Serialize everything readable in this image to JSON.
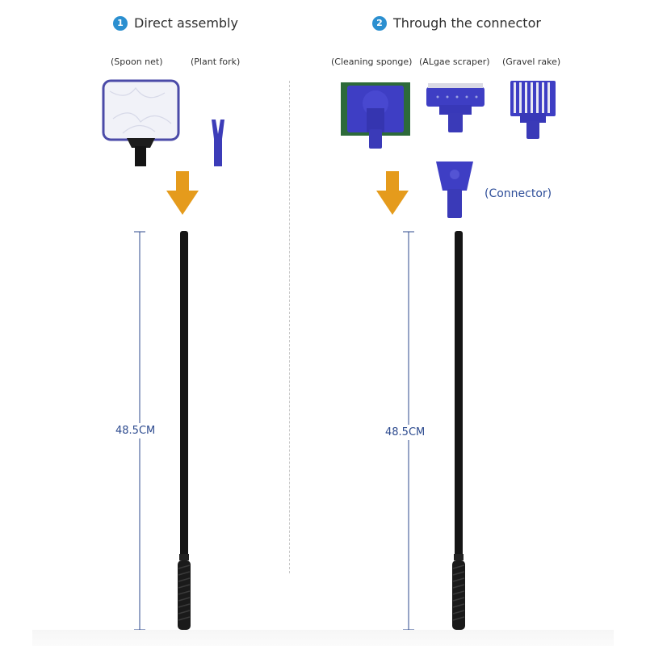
{
  "steps": [
    {
      "number": "1",
      "title": "Direct assembly"
    },
    {
      "number": "2",
      "title": "Through the connector"
    }
  ],
  "captions": {
    "spoon_net": "(Spoon net)",
    "plant_fork": "(Plant fork)",
    "cleaning_sponge": "(Cleaning sponge)",
    "algae_scraper": "(ALgae scraper)",
    "gravel_rake": "(Gravel rake)",
    "connector": "(Connector)"
  },
  "dimensions": {
    "left_length": "48.5CM",
    "right_length": "48.5CM"
  },
  "colors": {
    "accent_blue": "#2b8fd0",
    "tool_blue": "#3f3fc0",
    "arrow_orange": "#e59b1c",
    "dimension_line": "#2c4a8e",
    "handle_black": "#151515",
    "sponge_green": "#2d6a3a"
  },
  "icons": [
    "step-number-icon",
    "down-arrow-icon",
    "spoon-net-icon",
    "plant-fork-icon",
    "cleaning-sponge-icon",
    "algae-scraper-icon",
    "gravel-rake-icon",
    "connector-icon",
    "handle-pole-icon"
  ]
}
